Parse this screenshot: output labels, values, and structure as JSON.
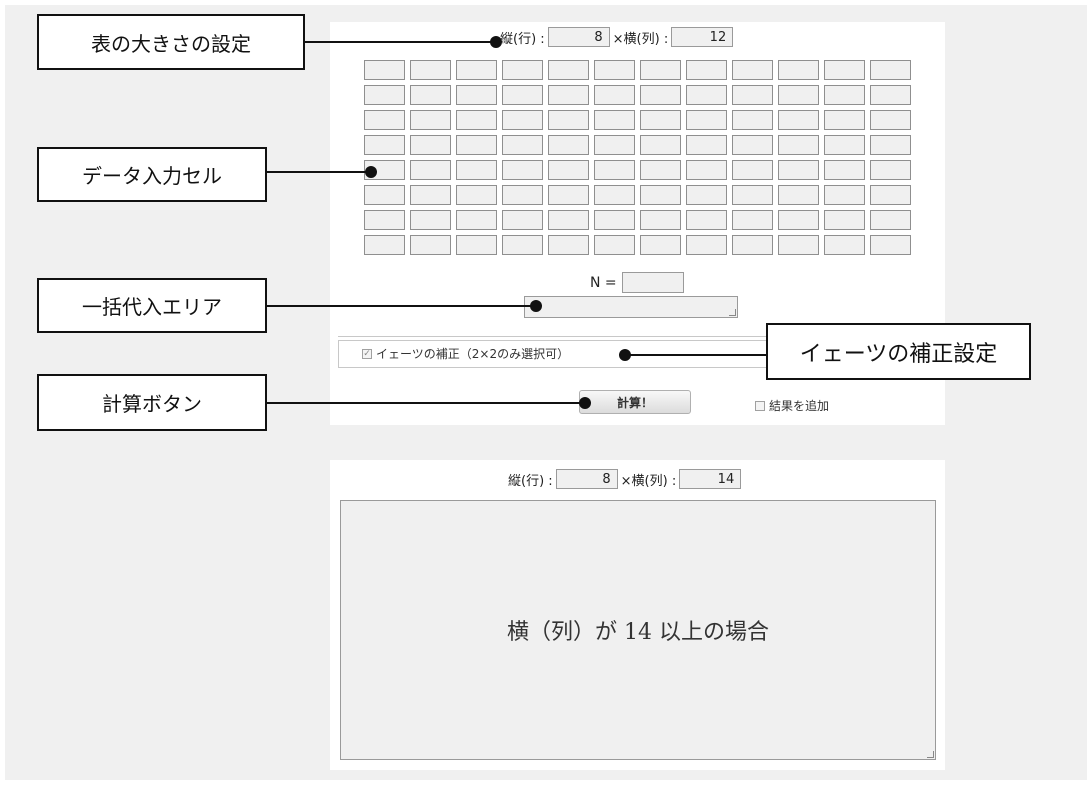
{
  "panel1": {
    "size_labels": {
      "rows": "縦(行) :",
      "cols": "×横(列) :"
    },
    "rows_value": "8",
    "cols_value": "12",
    "n_label": "N =",
    "n_value": "",
    "yates_label": "イェーツの補正（2×2のみ選択可）",
    "yates_checked": true,
    "calc_button": "計算！",
    "append_label": "結果を追加",
    "append_checked": false
  },
  "panel2": {
    "size_labels": {
      "rows": "縦(行) :",
      "cols": "×横(列) :"
    },
    "rows_value": "8",
    "cols_value": "14",
    "result_message": "横（列）が 14 以上の場合"
  },
  "callouts": {
    "table_size": "表の大きさの設定",
    "data_cells": "データ入力セル",
    "bulk_input": "一括代入エリア",
    "yates": "イェーツの補正設定",
    "calc": "計算ボタン"
  },
  "icons": {
    "checkbox_checked": "checkmark-icon",
    "resize_grip": "resize-grip-icon"
  },
  "colors": {
    "field_bg": "#f0f0f0",
    "page_bg": "#f0f0f0",
    "callout_border": "#111111"
  }
}
